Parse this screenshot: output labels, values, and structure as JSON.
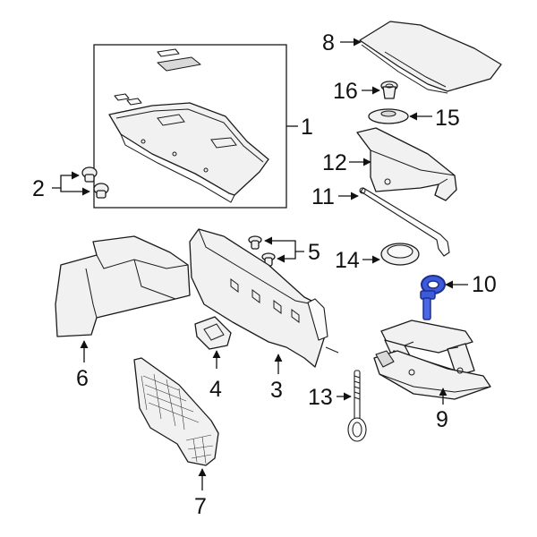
{
  "callouts": {
    "c1": "1",
    "c2": "2",
    "c3": "3",
    "c4": "4",
    "c5": "5",
    "c6": "6",
    "c7": "7",
    "c8": "8",
    "c9": "9",
    "c10": "10",
    "c11": "11",
    "c12": "12",
    "c13": "13",
    "c14": "14",
    "c15": "15",
    "c16": "16"
  },
  "colors": {
    "line": "#1a1a1a",
    "highlight_fill": "#3b5bdc",
    "highlight_stroke": "#1f2f8a"
  }
}
